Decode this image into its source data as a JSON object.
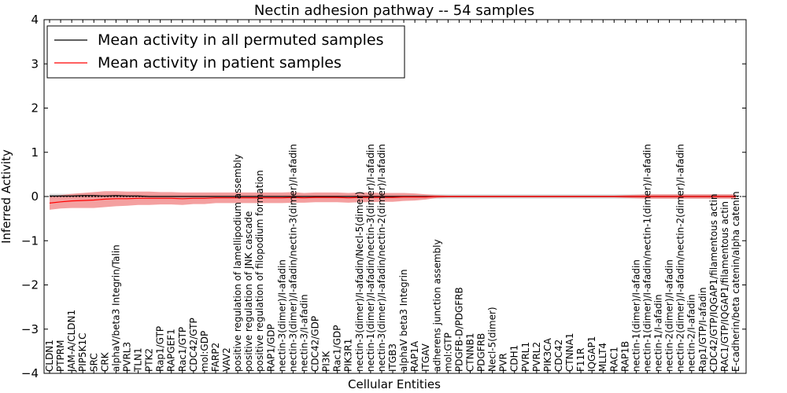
{
  "chart_data": {
    "type": "line",
    "title": "Nectin adhesion pathway -- 54 samples",
    "xlabel": "Cellular Entities",
    "ylabel": "Inferred Activity",
    "ylim": [
      -4,
      4
    ],
    "yticks": [
      "4",
      "3",
      "2",
      "1",
      "0",
      "−1",
      "−2",
      "−3",
      "−4"
    ],
    "grid": false,
    "legend_position": "top-left",
    "categories": [
      "CLDN1",
      "PTPRM",
      "JAM-A/CLDN1",
      "PIP5K1C",
      "SRC",
      "CRK",
      "alphaV/beta3 Integrin/Talin",
      "PVRL3",
      "TLN1",
      "PTK2",
      "Rap1/GTP",
      "RAPGEF1",
      "Rac1/GTP",
      "CDC42/GTP",
      "mol:GDP",
      "FARP2",
      "VAV2",
      "positive regulation of lamellipodium assembly",
      "positive regulation of JNK cascade",
      "positive regulation of filopodium formation",
      "RAP1/GDP",
      "nectin-3(dimer)/I-afadin",
      "nectin-3(dimer)/I-afadin/nectin-3(dimer)/I-afadin",
      "nectin-3/I-afadin",
      "CDC42/GDP",
      "PI3K",
      "Rac1/GDP",
      "PIK3R1",
      "nectin-3(dimer)/I-afadin/Necl-5(dimer)",
      "nectin-1(dimer)/I-afadin/nectin-3(dimer)/I-afadin",
      "nectin-3(dimer)/I-afadin/nectin-2(dimer)/I-afadin",
      "ITGB3",
      "alphaV beta3 Integrin",
      "RAP1A",
      "ITGAV",
      "adherens junction assembly",
      "mol:GTP",
      "PDGFB-D/PDGFRB",
      "CTNNB1",
      "PDGFRB",
      "Necl-5(dimer)",
      "PVR",
      "CDH1",
      "PVRL1",
      "PVRL2",
      "PIK3CA",
      "CDC42",
      "CTNNA1",
      "F11R",
      "IQGAP1",
      "MLLT4",
      "RAC1",
      "RAP1B",
      "nectin-1(dimer)/I-afadin",
      "nectin-1(dimer)/I-afadin/nectin-1(dimer)/I-afadin",
      "nectin-1/I-afadin",
      "nectin-2(dimer)/I-afadin",
      "nectin-2(dimer)/I-afadin/nectin-2(dimer)/I-afadin",
      "nectin-2/I-afadin",
      "Rap1/GTP/I-afadin",
      "CDC42/GTP/IQGAP1/filamentous actin",
      "RAC1/GTP/IQGAP1/filamentous actin",
      "E-cadherin/beta catenin/alpha catenin"
    ],
    "series": [
      {
        "name": "Mean activity in all permuted samples",
        "color": "#000000",
        "band_color": "#c8c8c8",
        "values": [
          0.01,
          0.01,
          0.01,
          0.02,
          0.02,
          0.01,
          0.02,
          0.01,
          0.01,
          0.0,
          0.0,
          0.0,
          0.0,
          0.0,
          0.0,
          0.0,
          0.0,
          0.0,
          0.0,
          0.0,
          0.0,
          0.0,
          0.0,
          0.0,
          0.0,
          0.0,
          0.0,
          0.0,
          0.0,
          0.0,
          0.0,
          0.0,
          0.0,
          0.0,
          0.0,
          0.0,
          0.0,
          0.0,
          0.0,
          0.0,
          0.0,
          0.0,
          0.0,
          0.0,
          0.0,
          0.0,
          0.0,
          0.0,
          0.0,
          0.0,
          0.0,
          0.0,
          0.0,
          0.0,
          0.0,
          0.0,
          0.0,
          0.0,
          0.0,
          0.0,
          0.0,
          0.0,
          0.0
        ],
        "spread": [
          0.05,
          0.05,
          0.05,
          0.05,
          0.05,
          0.05,
          0.05,
          0.05,
          0.05,
          0.05,
          0.05,
          0.05,
          0.05,
          0.05,
          0.05,
          0.05,
          0.05,
          0.05,
          0.05,
          0.05,
          0.05,
          0.05,
          0.05,
          0.05,
          0.05,
          0.05,
          0.05,
          0.05,
          0.05,
          0.05,
          0.05,
          0.05,
          0.05,
          0.05,
          0.05,
          0.05,
          0.05,
          0.05,
          0.05,
          0.05,
          0.05,
          0.05,
          0.05,
          0.05,
          0.05,
          0.05,
          0.05,
          0.05,
          0.05,
          0.05,
          0.05,
          0.05,
          0.05,
          0.05,
          0.05,
          0.05,
          0.05,
          0.05,
          0.05,
          0.05,
          0.05,
          0.05,
          0.05
        ]
      },
      {
        "name": "Mean activity in patient samples",
        "color": "#ff0000",
        "band_color": "#f08080",
        "values": [
          -0.15,
          -0.12,
          -0.1,
          -0.09,
          -0.08,
          -0.06,
          -0.05,
          -0.05,
          -0.04,
          -0.04,
          -0.04,
          -0.04,
          -0.05,
          -0.04,
          -0.04,
          -0.03,
          -0.03,
          -0.03,
          -0.03,
          -0.03,
          -0.03,
          -0.03,
          -0.02,
          -0.03,
          -0.02,
          -0.02,
          -0.02,
          -0.03,
          -0.02,
          -0.02,
          -0.02,
          -0.02,
          -0.01,
          -0.01,
          -0.01,
          0.0,
          0.0,
          0.0,
          0.0,
          0.0,
          0.0,
          0.0,
          0.0,
          0.0,
          0.0,
          0.0,
          0.0,
          0.0,
          0.0,
          0.0,
          0.0,
          0.0,
          0.0,
          0.0,
          0.0,
          0.0,
          0.0,
          0.0,
          0.0,
          0.0,
          0.0,
          0.0,
          0.0
        ],
        "spread": [
          0.15,
          0.15,
          0.16,
          0.17,
          0.18,
          0.18,
          0.17,
          0.16,
          0.15,
          0.15,
          0.14,
          0.14,
          0.14,
          0.13,
          0.13,
          0.12,
          0.12,
          0.12,
          0.12,
          0.12,
          0.12,
          0.12,
          0.12,
          0.11,
          0.11,
          0.11,
          0.11,
          0.11,
          0.11,
          0.11,
          0.1,
          0.1,
          0.09,
          0.08,
          0.06,
          0.03,
          0.02,
          0.02,
          0.02,
          0.02,
          0.02,
          0.02,
          0.02,
          0.02,
          0.02,
          0.02,
          0.02,
          0.02,
          0.02,
          0.02,
          0.02,
          0.02,
          0.03,
          0.04,
          0.05,
          0.05,
          0.05,
          0.05,
          0.05,
          0.05,
          0.05,
          0.05,
          0.05
        ]
      }
    ]
  }
}
